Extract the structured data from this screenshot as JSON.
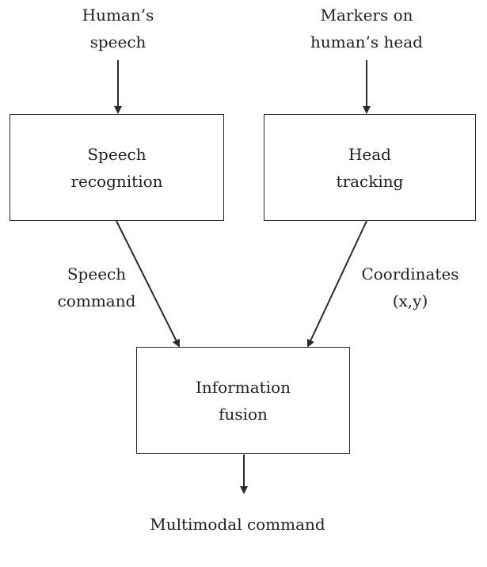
{
  "inputs": {
    "speech": [
      "Human’s",
      "speech"
    ],
    "markers": [
      "Markers on",
      "human’s head"
    ]
  },
  "boxes": {
    "speech_recognition": [
      "Speech",
      "recognition"
    ],
    "head_tracking": [
      "Head",
      "tracking"
    ],
    "information_fusion": [
      "Information",
      "fusion"
    ]
  },
  "edges": {
    "speech_command": [
      "Speech",
      "command"
    ],
    "coordinates": [
      "Coordinates",
      "(x,y)"
    ]
  },
  "output": {
    "label": "Multimodal command"
  },
  "colors": {
    "stroke": "#2a2a2a",
    "text": "#1f1f1f",
    "background": "#ffffff"
  }
}
